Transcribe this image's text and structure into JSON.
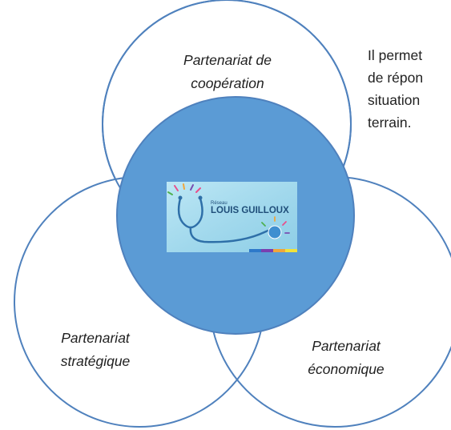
{
  "diagram": {
    "partnerships": [
      {
        "line1": "Partenariat de",
        "line2": "coopération"
      },
      {
        "line1": "Partenariat",
        "line2": "stratégique"
      },
      {
        "line1": "Partenariat",
        "line2": "économique"
      }
    ],
    "logo": {
      "small_text": "Réseau",
      "main_text": "LOUIS GUILLOUX"
    },
    "side_text": [
      "Il  permet",
      "de  répon",
      "situation",
      "terrain."
    ]
  },
  "colors": {
    "circle_stroke": "#4f81bd",
    "center_fill": "#5b9bd5",
    "logo_bg": "#9fd6ea",
    "logo_text": "#1f4e79"
  }
}
